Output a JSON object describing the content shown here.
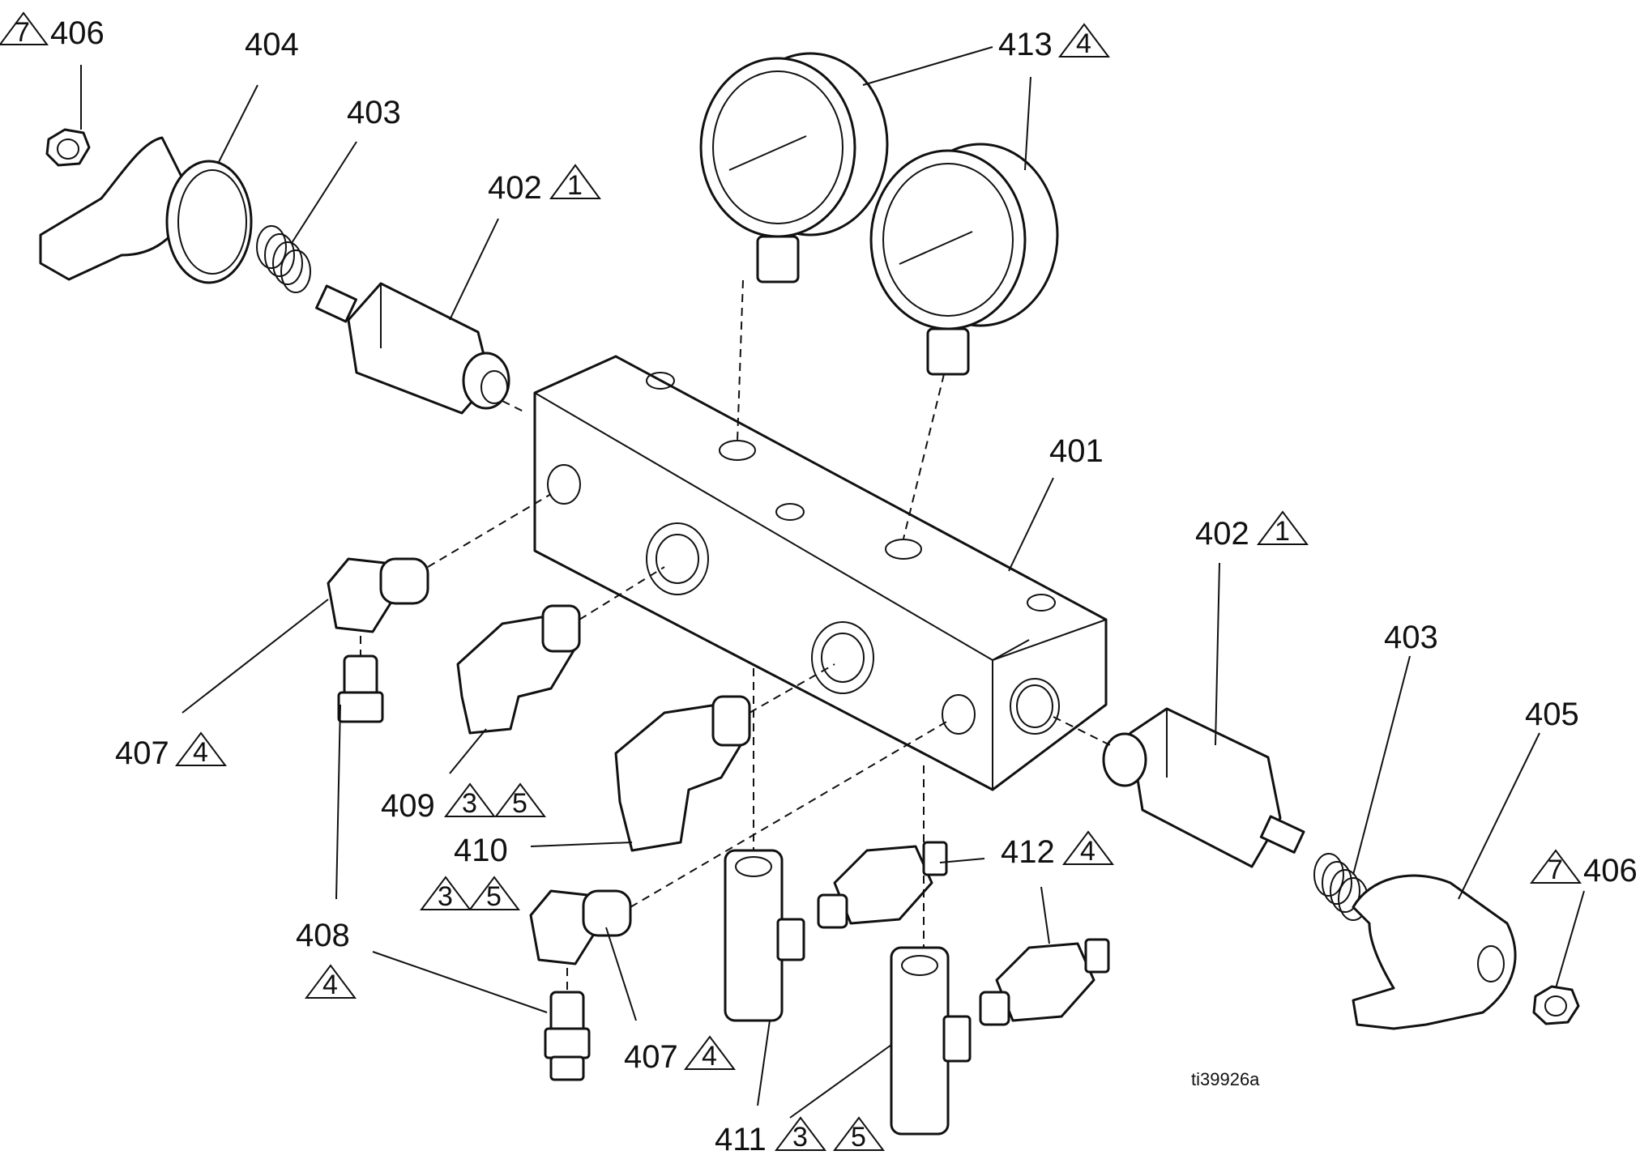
{
  "drawing_id": "ti39926a",
  "callouts": {
    "c401": "401",
    "c402_left": "402",
    "c402_left_note": "1",
    "c402_right": "402",
    "c402_right_note": "1",
    "c403_left": "403",
    "c403_right": "403",
    "c404": "404",
    "c405": "405",
    "c406_left": "406",
    "c406_left_note": "7",
    "c406_right": "406",
    "c406_right_note": "7",
    "c407_left": "407",
    "c407_left_note": "4",
    "c407_bottom": "407",
    "c407_bottom_note": "4",
    "c408": "408",
    "c408_note": "4",
    "c409": "409",
    "c409_note_a": "3",
    "c409_note_b": "5",
    "c410": "410",
    "c410_note_a": "3",
    "c410_note_b": "5",
    "c411": "411",
    "c411_note_a": "3",
    "c411_note_b": "5",
    "c412": "412",
    "c412_note": "4",
    "c413": "413",
    "c413_note": "4"
  },
  "colors": {
    "line": "#111111",
    "background": "#ffffff"
  }
}
